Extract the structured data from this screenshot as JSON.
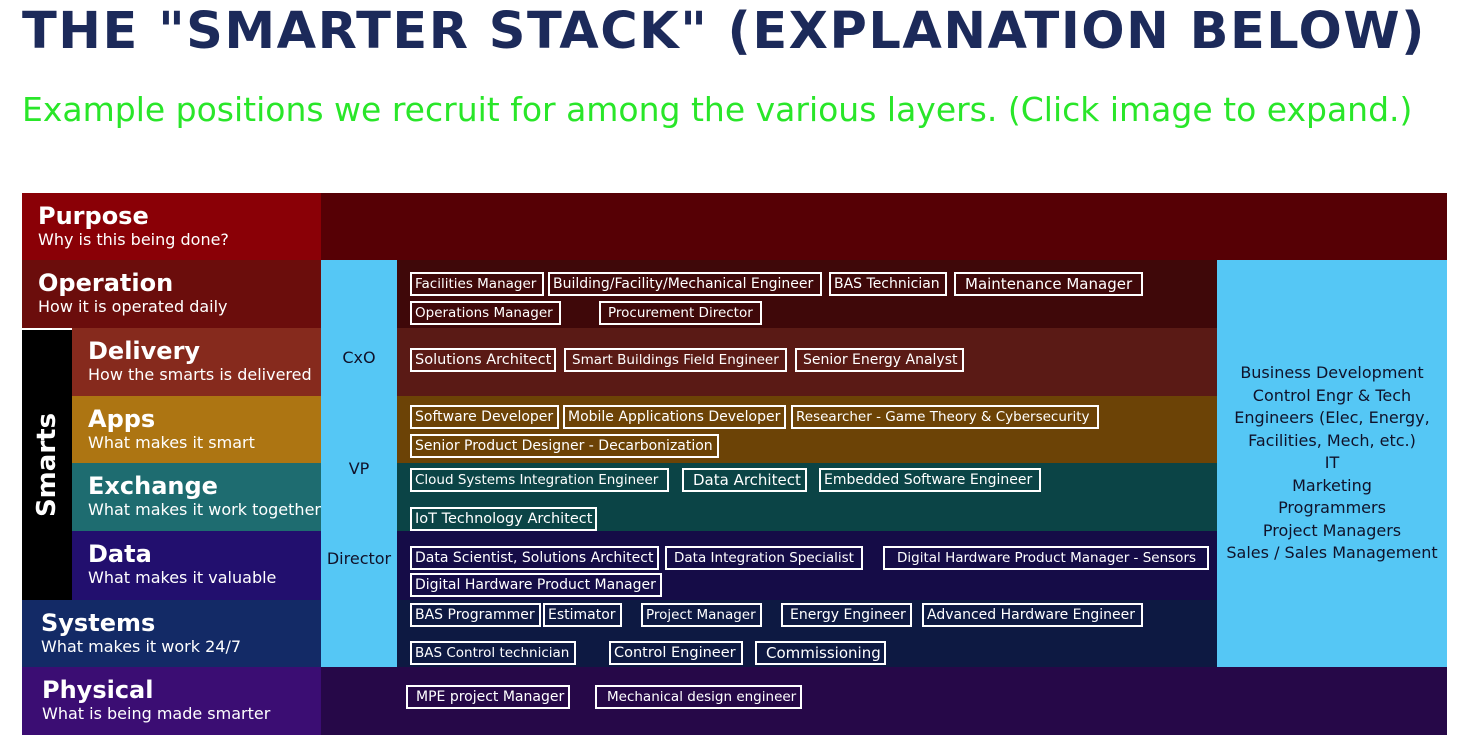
{
  "header": {
    "title": "THE \"SMARTER STACK\" (EXPLANATION BELOW)",
    "subtitle": "Example positions we recruit for among the various layers. (Click image to expand.)"
  },
  "colors": {
    "title": "#1c2a5a",
    "subtitle": "#29e629",
    "ranks_column": "#55c7f5",
    "roles_column": "#55c7f5"
  },
  "layers": {
    "purpose": {
      "name": "Purpose",
      "desc": "Why is this being done?"
    },
    "operation": {
      "name": "Operation",
      "desc": "How it is operated daily"
    },
    "delivery": {
      "name": "Delivery",
      "desc": "How the smarts is delivered"
    },
    "apps": {
      "name": "Apps",
      "desc": "What makes it smart"
    },
    "exchange": {
      "name": "Exchange",
      "desc": "What makes it work together"
    },
    "data": {
      "name": "Data",
      "desc": "What makes it valuable"
    },
    "systems": {
      "name": "Systems",
      "desc": "What makes it work 24/7"
    },
    "physical": {
      "name": "Physical",
      "desc": "What is being made smarter"
    }
  },
  "smarts_label": "Smarts",
  "ranks": [
    "CxO",
    "VP",
    "Director"
  ],
  "positions": {
    "operation": [
      "Facilities Manager",
      "Building/Facility/Mechanical Engineer",
      "BAS Technician",
      "Maintenance Manager",
      "Operations Manager",
      "Procurement Director"
    ],
    "delivery": [
      "Solutions Architect",
      "Smart Buildings Field Engineer",
      "Senior Energy Analyst"
    ],
    "apps": [
      "Software Developer",
      "Mobile Applications Developer",
      "Researcher - Game Theory & Cybersecurity",
      "Senior Product Designer - Decarbonization"
    ],
    "exchange": [
      "Cloud Systems Integration Engineer",
      "Data Architect",
      "Embedded Software Engineer",
      "IoT Technology Architect"
    ],
    "data": [
      "Data Scientist, Solutions Architect",
      "Data Integration Specialist",
      "Digital Hardware Product Manager - Sensors",
      "Digital Hardware Product Manager"
    ],
    "systems": [
      "BAS Programmer",
      "Estimator",
      "Project Manager",
      "Energy Engineer",
      "Advanced Hardware Engineer",
      "BAS Control technician",
      "Control Engineer",
      "Commissioning"
    ],
    "physical": [
      "MPE project Manager",
      "Mechanical design engineer"
    ]
  },
  "roles": [
    "Business Development",
    "Control Engr & Tech",
    "Engineers (Elec, Energy,",
    "Facilities, Mech, etc.)",
    "IT",
    "Marketing",
    "Programmers",
    "Project Managers",
    "Sales / Sales Management"
  ]
}
